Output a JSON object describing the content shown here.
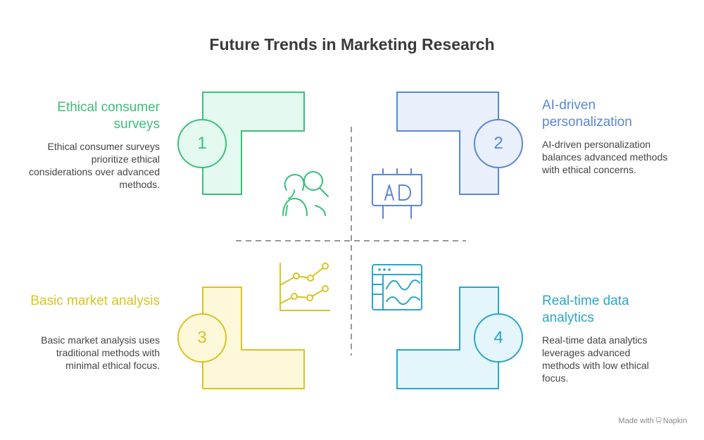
{
  "title": "Future Trends in Marketing Research",
  "quadrants": [
    {
      "number": "1",
      "heading": "Ethical consumer surveys",
      "description": "Ethical consumer surveys prioritize ethical considerations over advanced methods.",
      "color": "#3bbf7a",
      "fill": "#e4faf0",
      "icon": "user-search-icon"
    },
    {
      "number": "2",
      "heading": "AI-driven personalization",
      "description": "AI-driven personalization balances advanced methods with ethical concerns.",
      "color": "#5b86d6",
      "fill": "#e9f0fc",
      "icon": "billboard-ad-icon"
    },
    {
      "number": "3",
      "heading": "Basic market analysis",
      "description": "Basic market analysis uses traditional methods with minimal ethical focus.",
      "color": "#d9c323",
      "fill": "#fdf8d9",
      "icon": "line-chart-icon"
    },
    {
      "number": "4",
      "heading": "Real-time data analytics",
      "description": "Real-time data analytics leverages advanced methods with low ethical focus.",
      "color": "#2aa6c9",
      "fill": "#e4f6fb",
      "icon": "analytics-dashboard-icon"
    }
  ],
  "footer": {
    "made_with": "Made with",
    "brand": "Napkin"
  }
}
